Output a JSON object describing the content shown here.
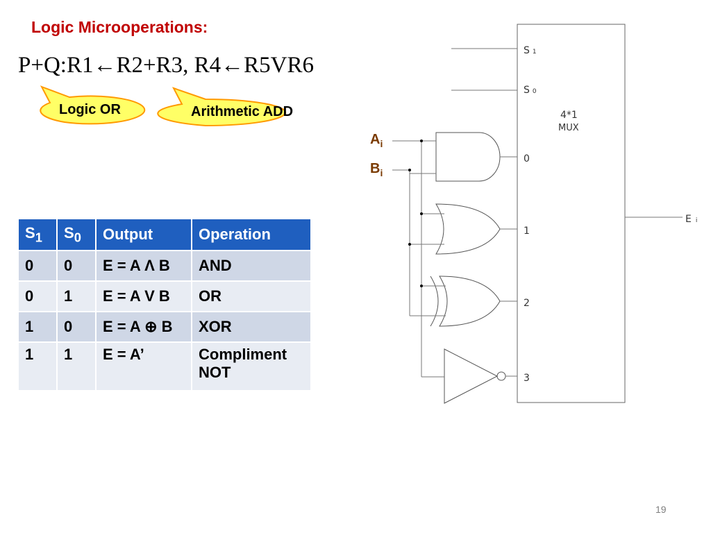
{
  "slide": {
    "title": "Logic Microoperations:",
    "equation": "P+Q:R1←R2+R3, R4←R5VR6",
    "page_number": "19"
  },
  "callouts": {
    "logic_or": "Logic OR",
    "arithmetic_add": "Arithmetic ADD"
  },
  "table": {
    "headers": [
      {
        "main": "S",
        "sub": "1"
      },
      {
        "main": "S",
        "sub": "0"
      },
      {
        "main": "Output",
        "sub": ""
      },
      {
        "main": "Operation",
        "sub": ""
      }
    ],
    "rows": [
      {
        "s1": "0",
        "s0": "0",
        "output": "E = A Λ B",
        "operation": "AND",
        "operation2": ""
      },
      {
        "s1": "0",
        "s0": "1",
        "output": "E = A V B",
        "operation": "OR",
        "operation2": ""
      },
      {
        "s1": "1",
        "s0": "0",
        "output": "E = A ⊕ B",
        "operation": "XOR",
        "operation2": ""
      },
      {
        "s1": "1",
        "s0": "1",
        "output": "E = A’",
        "operation": "Compliment",
        "operation2": "NOT"
      }
    ]
  },
  "diagram": {
    "input_a": {
      "main": "A",
      "sub": "i"
    },
    "input_b": {
      "main": "B",
      "sub": "i"
    },
    "mux_label_1": "4*1",
    "mux_label_2": "MUX",
    "select_1": {
      "main": "S",
      "sub": "1"
    },
    "select_0": {
      "main": "S",
      "sub": "0"
    },
    "mux_inputs": [
      "0",
      "1",
      "2",
      "3"
    ],
    "output": {
      "main": "E",
      "sub": "i"
    }
  },
  "colors": {
    "title": "#c00000",
    "table_header": "#1f5fbf",
    "row_a": "#cfd7e6",
    "row_b": "#e8ecf3",
    "callout_fill": "#ffff66",
    "callout_stroke": "#ff9900",
    "input_labels": "#7a3a00"
  }
}
